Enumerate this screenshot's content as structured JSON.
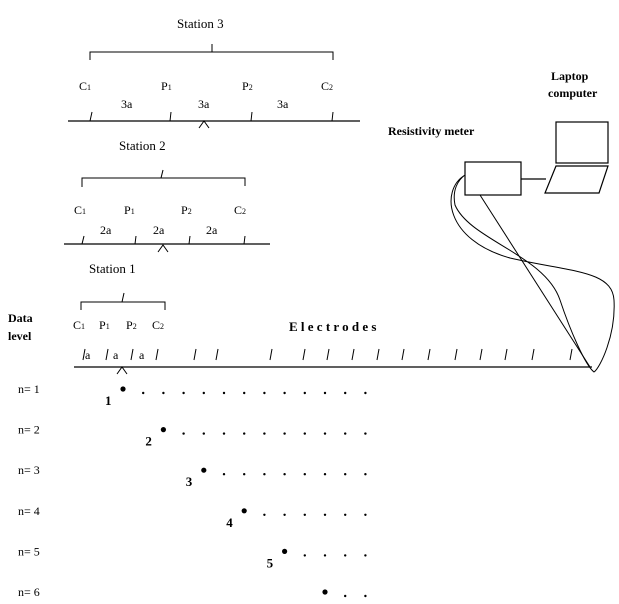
{
  "stations": [
    {
      "title": "Station 3",
      "c1": "C",
      "c1_sub": "1",
      "p1": "P",
      "p1_sub": "1",
      "p2": "P",
      "p2_sub": "2",
      "c2": "C",
      "c2_sub": "2",
      "spacings": [
        "3a",
        "3a",
        "3a"
      ]
    },
    {
      "title": "Station 2",
      "c1": "C",
      "c1_sub": "1",
      "p1": "P",
      "p1_sub": "1",
      "p2": "P",
      "p2_sub": "2",
      "c2": "C",
      "c2_sub": "2",
      "spacings": [
        "2a",
        "2a",
        "2a"
      ]
    },
    {
      "title": "Station 1",
      "c1": "C",
      "c1_sub": "1",
      "p1": "P",
      "p1_sub": "1",
      "p2": "P",
      "p2_sub": "2",
      "c2": "C",
      "c2_sub": "2",
      "spacings": [
        "a",
        "a",
        "a"
      ]
    }
  ],
  "equipment": {
    "meter_label": "Resistivity meter",
    "laptop_label_line1": "Laptop",
    "laptop_label_line2": "computer"
  },
  "main_line": {
    "data_label_line1": "Data",
    "data_label_line2": "level",
    "electrodes_label": "E l e c t r o d e s"
  },
  "levels": [
    {
      "label": "n= 1",
      "number": "1",
      "dots": 12
    },
    {
      "label": "n= 2",
      "number": "2",
      "dots": 10
    },
    {
      "label": "n= 3",
      "number": "3",
      "dots": 8
    },
    {
      "label": "n= 4",
      "number": "4",
      "dots": 6
    },
    {
      "label": "n= 5",
      "number": "5",
      "dots": 4
    },
    {
      "label": "n= 6",
      "number": "6",
      "dots": 2
    }
  ]
}
